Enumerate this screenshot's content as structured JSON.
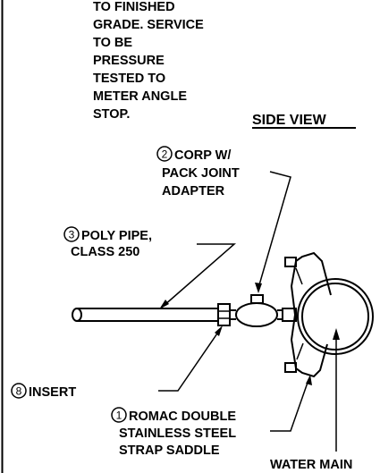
{
  "general_note": [
    "TO FINISHED",
    "GRADE. SERVICE",
    "TO BE",
    "PRESSURE",
    "TESTED TO",
    "METER ANGLE",
    "STOP."
  ],
  "view_title": "SIDE VIEW",
  "callouts": [
    {
      "number": "2",
      "lines": [
        "CORP W/",
        "PACK JOINT",
        "ADAPTER"
      ]
    },
    {
      "number": "3",
      "lines": [
        "POLY PIPE,",
        "CLASS 250"
      ]
    },
    {
      "number": "8",
      "lines": [
        "INSERT"
      ]
    },
    {
      "number": "1",
      "lines": [
        "ROMAC DOUBLE",
        "STAINLESS STEEL",
        "STRAP SADDLE"
      ]
    }
  ],
  "water_main_label": "WATER MAIN"
}
